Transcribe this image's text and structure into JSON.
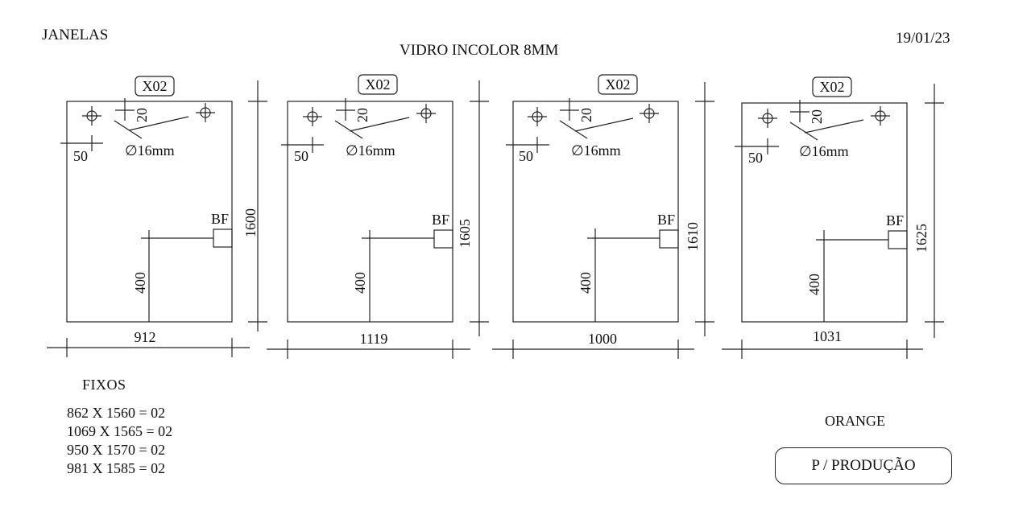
{
  "header": {
    "title": "JANELAS",
    "subtitle": "VIDRO INCOLOR 8MM",
    "date": "19/01/23"
  },
  "panels": [
    {
      "tag": "X02",
      "hole_offset_x": "50",
      "hole_offset_y": "20",
      "hole_diameter": "∅16mm",
      "lock_label": "BF",
      "lock_height": "400",
      "height": "1600",
      "width": "912"
    },
    {
      "tag": "X02",
      "hole_offset_x": "50",
      "hole_offset_y": "20",
      "hole_diameter": "∅16mm",
      "lock_label": "BF",
      "lock_height": "400",
      "height": "1605",
      "width": "1119"
    },
    {
      "tag": "X02",
      "hole_offset_x": "50",
      "hole_offset_y": "20",
      "hole_diameter": "∅16mm",
      "lock_label": "BF",
      "lock_height": "400",
      "height": "1610",
      "width": "1000"
    },
    {
      "tag": "X02",
      "hole_offset_x": "50",
      "hole_offset_y": "20",
      "hole_diameter": "∅16mm",
      "lock_label": "BF",
      "lock_height": "400",
      "height": "1625",
      "width": "1031"
    }
  ],
  "fixos": {
    "title": "FIXOS",
    "lines": [
      "862 X 1560 = 02",
      "1069 X 1565 = 02",
      "950 X 1570 = 02",
      "981 X 1585 = 02"
    ]
  },
  "client": "ORANGE",
  "production_label": "P / PRODUÇÃO"
}
